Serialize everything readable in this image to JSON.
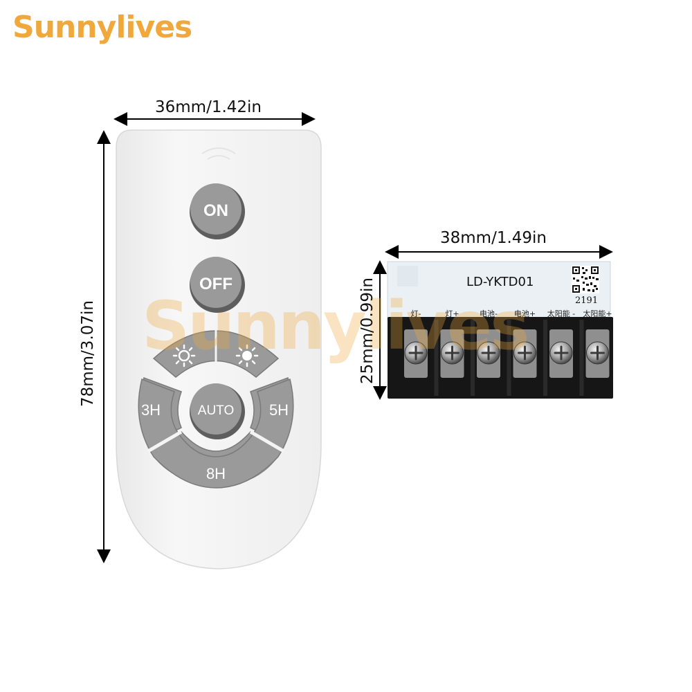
{
  "brand": {
    "logo_text": "Sunnylives",
    "watermark_text": "Sunnylives",
    "colors": {
      "orange": "#f0a83c",
      "grey": "#888888"
    }
  },
  "remote": {
    "width_label": "36mm/1.42in",
    "height_label": "78mm/3.07in",
    "buttons": {
      "on": "ON",
      "off": "OFF",
      "auto": "AUTO",
      "timer_3h": "3H",
      "timer_5h": "5H",
      "timer_8h": "8H",
      "brightness_down_icon": "sun-dim-icon",
      "brightness_up_icon": "sun-bright-icon"
    },
    "colors": {
      "body": "#f4f4f4",
      "button": "#9a9a9a",
      "button_dark": "#6e6e6e"
    }
  },
  "receiver": {
    "width_label": "38mm/1.49in",
    "height_label": "25mm/0.99in",
    "model": "LD-YKTD01",
    "serial": "2191",
    "terminals": [
      "灯-",
      "灯+",
      "电池-",
      "电池+",
      "太阳能 -",
      "太阳能+"
    ],
    "colors": {
      "board": "#e9eef2",
      "block": "#161616",
      "screw": "#b8b8b8"
    }
  }
}
